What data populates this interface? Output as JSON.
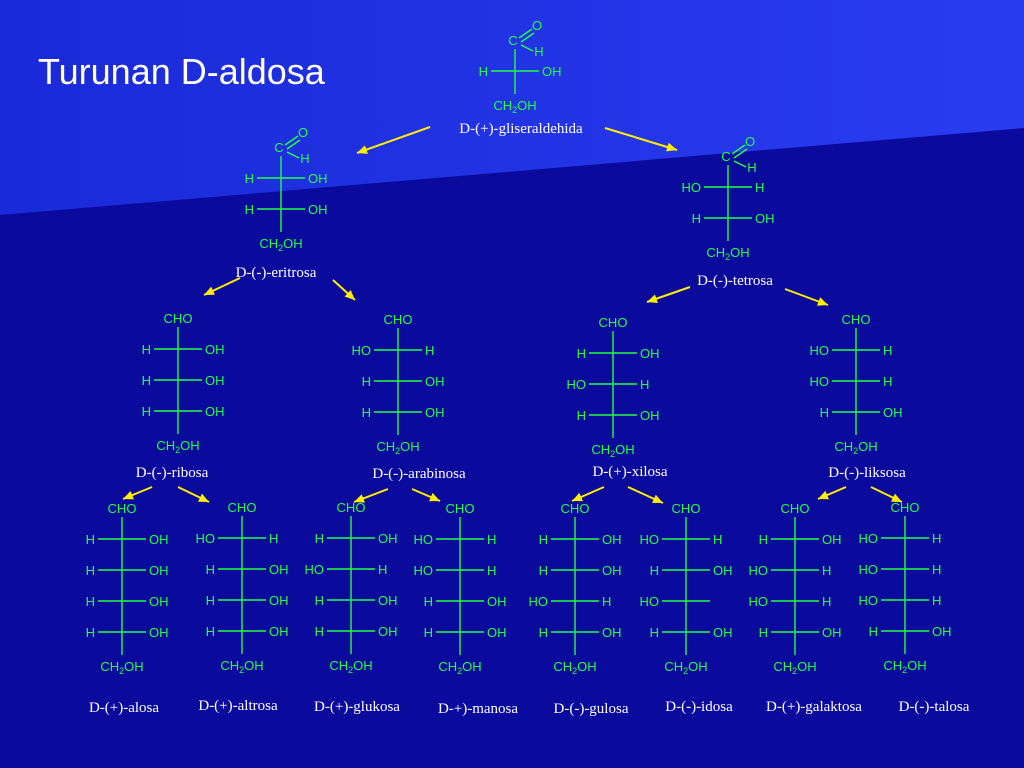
{
  "slide": {
    "title": "Turunan D-aldosa",
    "colors": {
      "background": "#0a0a9c",
      "background_band": "#1e2fe0",
      "structure_lines": "#22ff44",
      "arrows": "#ffee00",
      "names": "#ffffff",
      "title": "#ffffff"
    }
  },
  "atoms": {
    "carbon": "C",
    "oxygen": "O",
    "hydrogen": "H",
    "hydroxyl": "OH",
    "hydroxyl_left": "HO",
    "aldehyde": "CHO",
    "terminal_prefix": "CH",
    "terminal_subscript": "2",
    "terminal_suffix": "OH"
  },
  "molecules": [
    {
      "id": "gliseraldehida",
      "name": "D-(+)-gliseraldehida",
      "head": "C=O",
      "rows": [
        [
          "H",
          "OH"
        ]
      ]
    },
    {
      "id": "eritrosa",
      "name": "D-(-)-eritrosa",
      "head": "C=O",
      "rows": [
        [
          "H",
          "OH"
        ],
        [
          "H",
          "OH"
        ]
      ]
    },
    {
      "id": "tetrosa",
      "name": "D-(-)-tetrosa",
      "head": "C=O",
      "rows": [
        [
          "HO",
          "H"
        ],
        [
          "H",
          "OH"
        ]
      ]
    },
    {
      "id": "ribosa",
      "name": "D-(-)-ribosa",
      "head": "CHO",
      "rows": [
        [
          "H",
          "OH"
        ],
        [
          "H",
          "OH"
        ],
        [
          "H",
          "OH"
        ]
      ]
    },
    {
      "id": "arabinosa",
      "name": "D-(-)-arabinosa",
      "head": "CHO",
      "rows": [
        [
          "HO",
          "H"
        ],
        [
          "H",
          "OH"
        ],
        [
          "H",
          "OH"
        ]
      ]
    },
    {
      "id": "xilosa",
      "name": "D-(+)-xilosa",
      "head": "CHO",
      "rows": [
        [
          "H",
          "OH"
        ],
        [
          "HO",
          "H"
        ],
        [
          "H",
          "OH"
        ]
      ]
    },
    {
      "id": "liksosa",
      "name": "D-(-)-liksosa",
      "head": "CHO",
      "rows": [
        [
          "HO",
          "H"
        ],
        [
          "HO",
          "H"
        ],
        [
          "H",
          "OH"
        ]
      ]
    },
    {
      "id": "alosa",
      "name": "D-(+)-alosa",
      "head": "CHO",
      "rows": [
        [
          "H",
          "OH"
        ],
        [
          "H",
          "OH"
        ],
        [
          "H",
          "OH"
        ],
        [
          "H",
          "OH"
        ]
      ]
    },
    {
      "id": "altrosa",
      "name": "D-(+)-altrosa",
      "head": "CHO",
      "rows": [
        [
          "HO",
          "H"
        ],
        [
          "H",
          "OH"
        ],
        [
          "H",
          "OH"
        ],
        [
          "H",
          "OH"
        ]
      ]
    },
    {
      "id": "glukosa",
      "name": "D-(+)-glukosa",
      "head": "CHO",
      "rows": [
        [
          "H",
          "OH"
        ],
        [
          "HO",
          "H"
        ],
        [
          "H",
          "OH"
        ],
        [
          "H",
          "OH"
        ]
      ]
    },
    {
      "id": "manosa",
      "name": "D-+)-manosa",
      "head": "CHO",
      "rows": [
        [
          "HO",
          "H"
        ],
        [
          "HO",
          "H"
        ],
        [
          "H",
          "OH"
        ],
        [
          "H",
          "OH"
        ]
      ]
    },
    {
      "id": "gulosa",
      "name": "D-(-)-gulosa",
      "head": "CHO",
      "rows": [
        [
          "H",
          "OH"
        ],
        [
          "H",
          "OH"
        ],
        [
          "HO",
          "H"
        ],
        [
          "H",
          "OH"
        ]
      ]
    },
    {
      "id": "idosa",
      "name": "D-(-)-idosa",
      "head": "CHO",
      "rows": [
        [
          "HO",
          "H"
        ],
        [
          "H",
          "OH"
        ],
        [
          "HO",
          ""
        ],
        [
          "H",
          "OH"
        ]
      ]
    },
    {
      "id": "galaktosa",
      "name": "D-(+)-galaktosa",
      "head": "CHO",
      "rows": [
        [
          "H",
          "OH"
        ],
        [
          "HO",
          "H"
        ],
        [
          "HO",
          "H"
        ],
        [
          "H",
          "OH"
        ]
      ]
    },
    {
      "id": "talosa",
      "name": "D-(-)-talosa",
      "head": "CHO",
      "rows": [
        [
          "HO",
          "H"
        ],
        [
          "HO",
          "H"
        ],
        [
          "HO",
          "H"
        ],
        [
          "H",
          "OH"
        ]
      ]
    }
  ]
}
